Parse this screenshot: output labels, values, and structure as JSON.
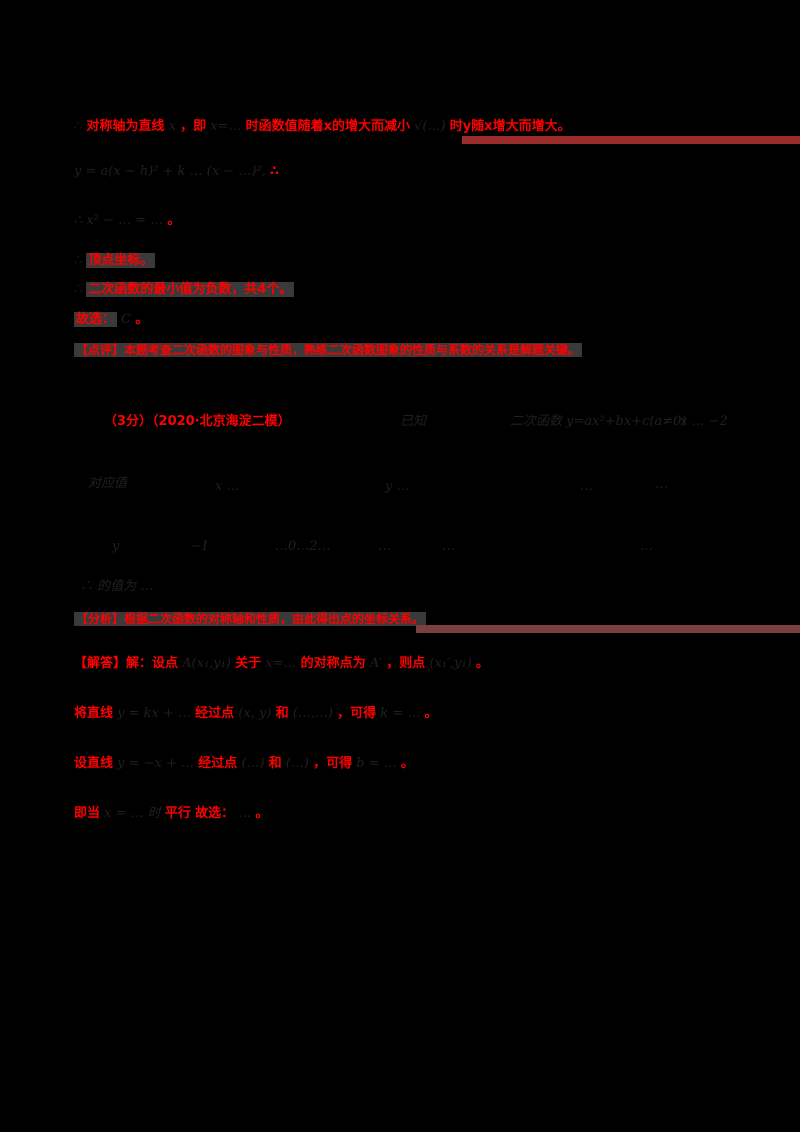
{
  "document": {
    "lines": [
      {
        "id": "l1",
        "prefix": "∴",
        "red1": "对称轴为直线",
        "math1": "x",
        "red2": "，即",
        "math2": "x=…",
        "red3": "时函数值随着x的增大而减小",
        "math3": "√(…)",
        "red4": "时y随x增大而增大。"
      },
      {
        "id": "l2",
        "math": "y = a(x − h)² + k … (x − …)², ",
        "red": "∴"
      },
      {
        "id": "l3",
        "math": "∴ x² − … = …",
        "red": "。"
      },
      {
        "id": "l4",
        "prefix": "∴",
        "red": "顶点坐标。"
      },
      {
        "id": "l5",
        "prefix": "∴",
        "red": "二次函数的最小值为负数，共4个。"
      },
      {
        "id": "l6",
        "red": "故选：",
        "math": "C",
        "red2": "。"
      },
      {
        "id": "l7",
        "red": "【点评】本题考查二次函数的图象与性质，熟练二次函数图象的性质与系数的关系是解题关键。"
      },
      {
        "id": "l8",
        "red": "（3分）（2020·北京海淀二模）",
        "math1": "已知",
        "math2": "二次函数 y=ax²+bx+c(a≠0)",
        "math3": "x … −2"
      },
      {
        "id": "l9",
        "math1": "对应值",
        "math2": "x  …",
        "math3": "y  …",
        "math4": "…",
        "math5": "…"
      },
      {
        "id": "l10",
        "math1": "y",
        "math2": "−1",
        "math3": "…0…2…",
        "math4": "…",
        "math5": "…",
        "math6": "…"
      },
      {
        "id": "l11",
        "math": "∴ 的值为 …"
      },
      {
        "id": "l12",
        "red": "【分析】根据二次函数的对称轴和性质，由此得出点的坐标关系。"
      },
      {
        "id": "l13",
        "red1": "【解答】解：设点",
        "math1": "A(x₁,y₁)",
        "red2": "关于",
        "math2": "x=…",
        "red3": "的对称点为",
        "math3": "A′",
        "red4": "，则点",
        "math4": "(x₁′,y₁)",
        "red5": "。"
      },
      {
        "id": "l14",
        "red1": "将直线",
        "math1": "y = kx + …",
        "red2": "经过点",
        "math2": "(x, y)",
        "red3": "和",
        "math3": "(…,…)",
        "red4": "，可得",
        "math4": "k = …",
        "red5": "。"
      },
      {
        "id": "l15",
        "red1": "设直线",
        "math1": "y = −x + …",
        "red2": "经过点",
        "math2": "(…)",
        "red3": "和",
        "math3": "(…)",
        "red4": "，可得",
        "math4": "b = …",
        "red5": "。"
      },
      {
        "id": "l16",
        "red1": "即当",
        "math1": "x = … 时",
        "red2": "平行",
        "red3": "故选：",
        "math2": "… ",
        "red4": "。"
      }
    ]
  },
  "colors": {
    "text_red": "#ff0000",
    "rule": "#9b2c2c",
    "background": "#000000"
  }
}
